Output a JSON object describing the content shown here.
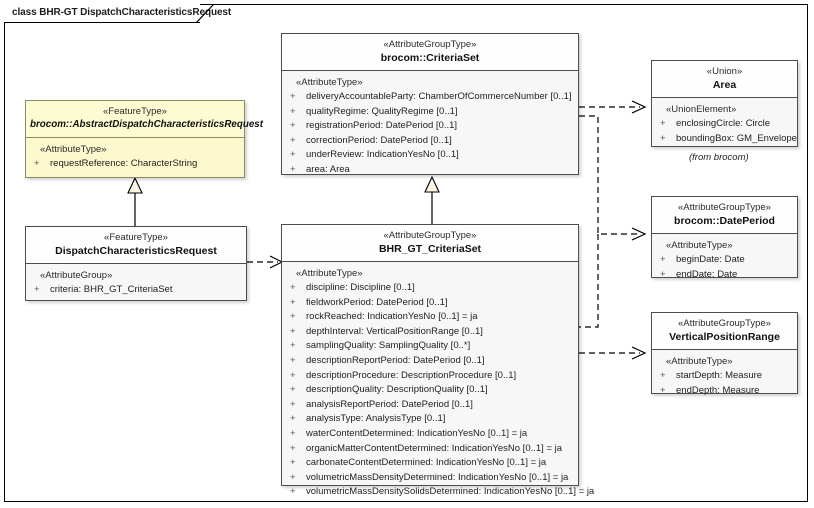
{
  "diagram": {
    "frame_label": "class BHR-GT DispatchCharacteristicsRequest"
  },
  "classes": {
    "abstract_request": {
      "stereotype": "«FeatureType»",
      "name": "brocom::AbstractDispatchCharacteristicsRequest",
      "section_stereotype": "«AttributeType»",
      "attributes": [
        {
          "visibility": "+",
          "text": "requestReference: CharacterString"
        }
      ]
    },
    "dispatch_request": {
      "stereotype": "«FeatureType»",
      "name": "DispatchCharacteristicsRequest",
      "section_stereotype": "«AttributeGroup»",
      "attributes": [
        {
          "visibility": "+",
          "text": "criteria: BHR_GT_CriteriaSet"
        }
      ]
    },
    "criteria_set": {
      "stereotype": "«AttributeGroupType»",
      "name": "brocom::CriteriaSet",
      "section_stereotype": "«AttributeType»",
      "attributes": [
        {
          "visibility": "+",
          "text": "deliveryAccountableParty: ChamberOfCommerceNumber [0..1]"
        },
        {
          "visibility": "+",
          "text": "qualityRegime: QualityRegime [0..1]"
        },
        {
          "visibility": "+",
          "text": "registrationPeriod: DatePeriod [0..1]"
        },
        {
          "visibility": "+",
          "text": "correctionPeriod: DatePeriod [0..1]"
        },
        {
          "visibility": "+",
          "text": "underReview: IndicationYesNo [0..1]"
        },
        {
          "visibility": "+",
          "text": "area: Area"
        }
      ]
    },
    "bhr_gt_criteria_set": {
      "stereotype": "«AttributeGroupType»",
      "name": "BHR_GT_CriteriaSet",
      "section_stereotype": "«AttributeType»",
      "attributes": [
        {
          "visibility": "+",
          "text": "discipline: Discipline [0..1]"
        },
        {
          "visibility": "+",
          "text": "fieldworkPeriod: DatePeriod [0..1]"
        },
        {
          "visibility": "+",
          "text": "rockReached: IndicationYesNo [0..1] = ja"
        },
        {
          "visibility": "+",
          "text": "depthInterval: VerticalPositionRange [0..1]"
        },
        {
          "visibility": "+",
          "text": "samplingQuality: SamplingQuality [0..*]"
        },
        {
          "visibility": "+",
          "text": "descriptionReportPeriod: DatePeriod [0..1]"
        },
        {
          "visibility": "+",
          "text": "descriptionProcedure: DescriptionProcedure [0..1]"
        },
        {
          "visibility": "+",
          "text": "descriptionQuality: DescriptionQuality [0..1]"
        },
        {
          "visibility": "+",
          "text": "analysisReportPeriod: DatePeriod [0..1]"
        },
        {
          "visibility": "+",
          "text": "analysisType: AnalysisType [0..1]"
        },
        {
          "visibility": "+",
          "text": "waterContentDetermined: IndicationYesNo [0..1] = ja"
        },
        {
          "visibility": "+",
          "text": "organicMatterContentDetermined: IndicationYesNo [0..1] = ja"
        },
        {
          "visibility": "+",
          "text": "carbonateContentDetermined: IndicationYesNo [0..1] = ja"
        },
        {
          "visibility": "+",
          "text": "volumetricMassDensityDetermined: IndicationYesNo [0..1] = ja"
        },
        {
          "visibility": "+",
          "text": "volumetricMassDensitySolidsDetermined: IndicationYesNo [0..1] = ja"
        }
      ]
    },
    "area": {
      "stereotype": "«Union»",
      "name": "Area",
      "section_stereotype": "«UnionElement»",
      "attributes": [
        {
          "visibility": "+",
          "text": "enclosingCircle: Circle"
        },
        {
          "visibility": "+",
          "text": "boundingBox: GM_Envelope"
        }
      ],
      "note": "(from brocom)"
    },
    "date_period": {
      "stereotype": "«AttributeGroupType»",
      "name": "brocom::DatePeriod",
      "section_stereotype": "«AttributeType»",
      "attributes": [
        {
          "visibility": "+",
          "text": "beginDate: Date"
        },
        {
          "visibility": "+",
          "text": "endDate: Date"
        }
      ]
    },
    "vertical_position_range": {
      "stereotype": "«AttributeGroupType»",
      "name": "VerticalPositionRange",
      "section_stereotype": "«AttributeType»",
      "attributes": [
        {
          "visibility": "+",
          "text": "startDepth: Measure"
        },
        {
          "visibility": "+",
          "text": "endDepth: Measure"
        }
      ]
    }
  },
  "connectors": [
    {
      "name": "generalization-dispatch-to-abstract",
      "type": "generalization",
      "from": "DispatchCharacteristicsRequest",
      "to": "brocom::AbstractDispatchCharacteristicsRequest"
    },
    {
      "name": "generalization-bhrgt-to-criteriaset",
      "type": "generalization",
      "from": "BHR_GT_CriteriaSet",
      "to": "brocom::CriteriaSet"
    },
    {
      "name": "dependency-dispatch-to-bhrgt",
      "type": "dependency",
      "from": "DispatchCharacteristicsRequest",
      "to": "BHR_GT_CriteriaSet"
    },
    {
      "name": "dependency-criteriaset-to-area",
      "type": "dependency",
      "from": "brocom::CriteriaSet",
      "to": "Area"
    },
    {
      "name": "dependency-to-dateperiod",
      "type": "dependency",
      "from": "brocom::CriteriaSet",
      "to": "brocom::DatePeriod"
    },
    {
      "name": "dependency-bhrgt-to-verticalpositionrange",
      "type": "dependency",
      "from": "BHR_GT_CriteriaSet",
      "to": "VerticalPositionRange"
    }
  ],
  "colors": {
    "yellow_fill": "#fbf9cd",
    "box_fill": "#f7f7f7",
    "header_fill": "#fefefe",
    "border": "#4d4d4d",
    "line": "#000000"
  }
}
